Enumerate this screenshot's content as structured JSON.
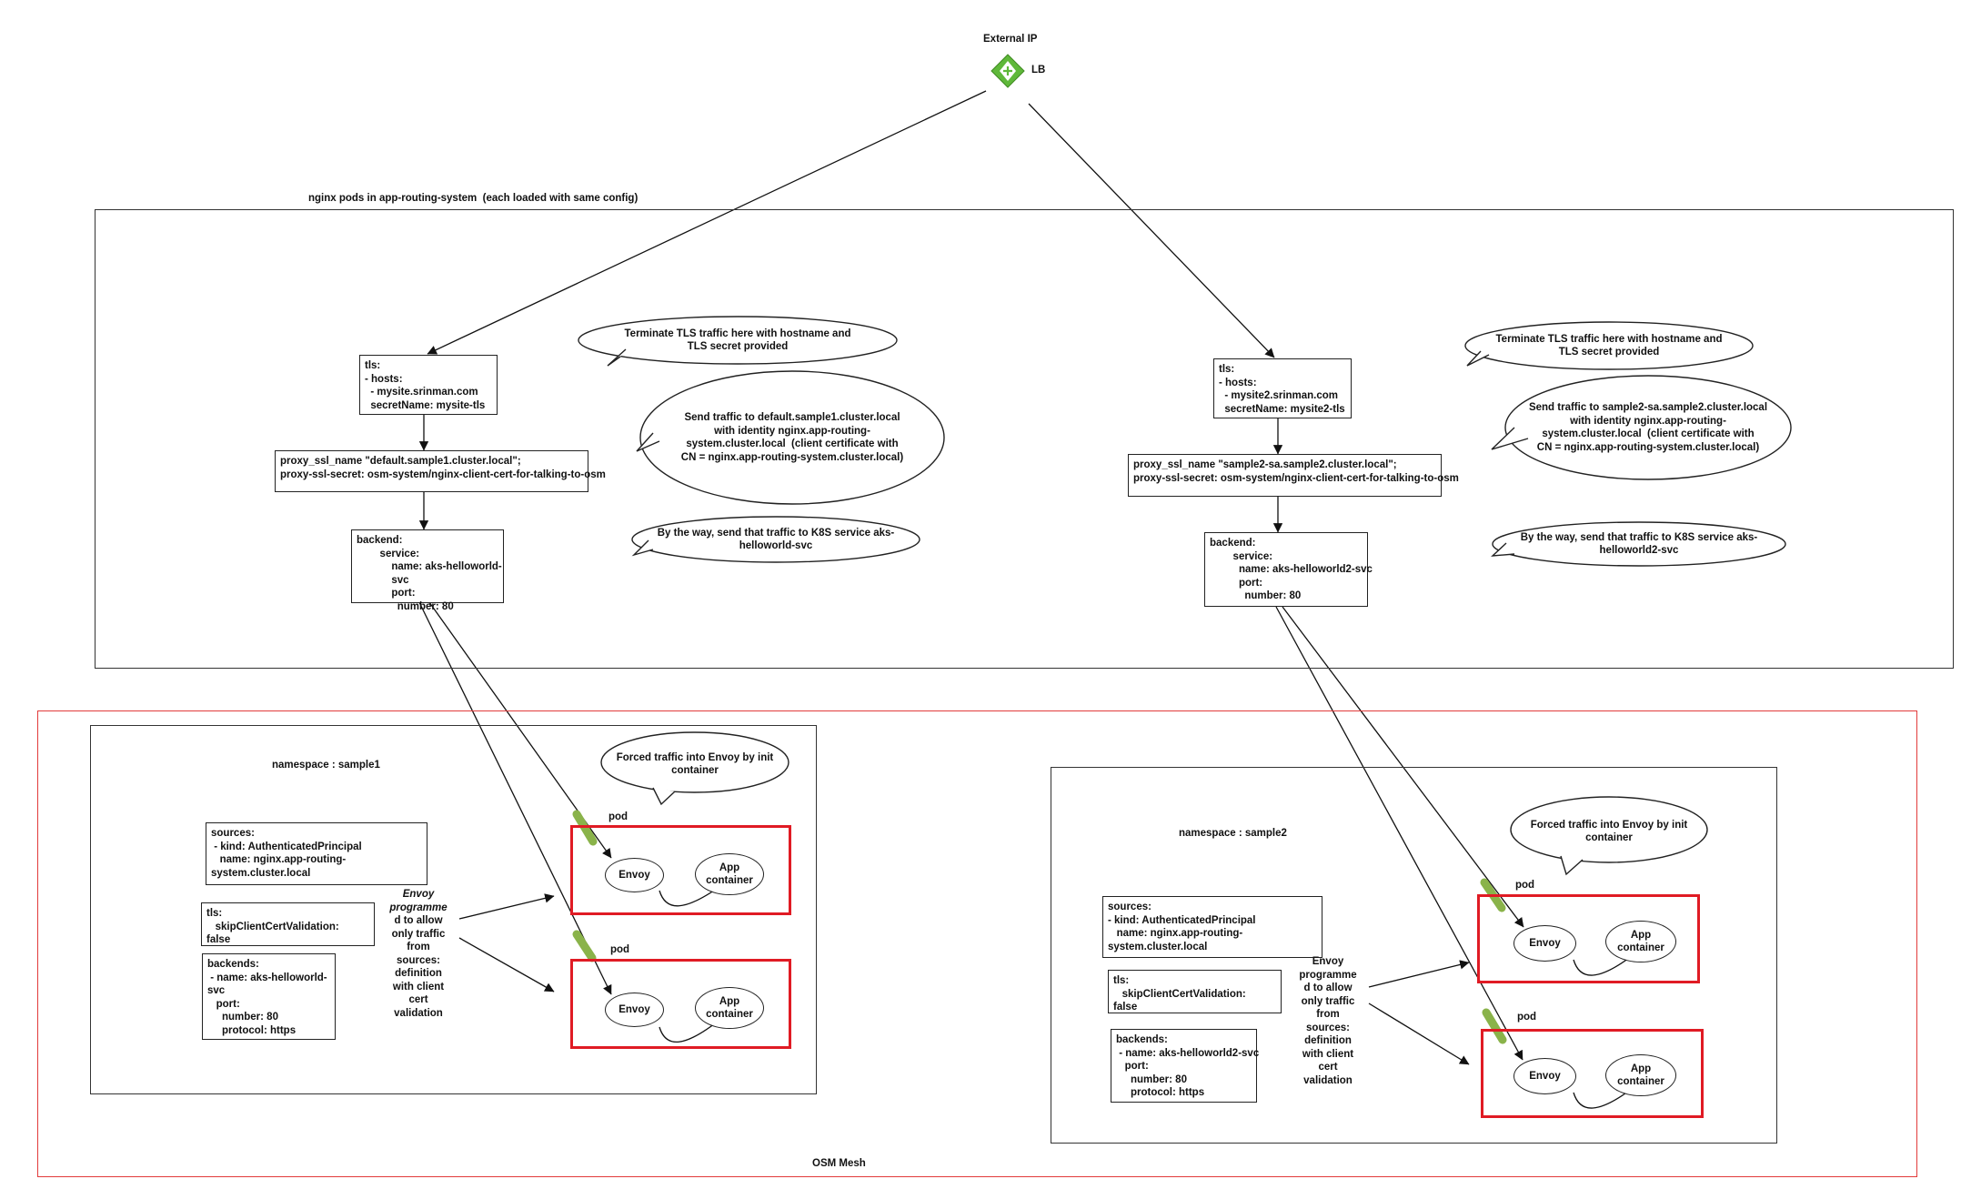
{
  "header": {
    "external_ip_label": "External IP",
    "lb_label": "LB"
  },
  "nginx_frame_label": "nginx pods in app-routing-system  (each loaded with same config)",
  "mesh_label": "OSM Mesh",
  "colors": {
    "mesh_border": "#e23b3b",
    "pod_border": "#e01b24",
    "sidecar_marker": "#8ab34a",
    "lb_icon": "#5fb83a"
  },
  "site1": {
    "tls_box": "tls:\n- hosts:\n  - mysite.srinman.com\n  secretName: mysite-tls",
    "proxy_box": "proxy_ssl_name \"default.sample1.cluster.local\";\nproxy-ssl-secret: osm-system/nginx-client-cert-for-talking-to-osm",
    "backend_box": "backend:\n        service:\n            name: aks-helloworld-\n            svc\n            port:\n              number: 80",
    "callout_tls": "Terminate TLS traffic here with hostname and\nTLS secret provided",
    "callout_send": "Send traffic to default.sample1.cluster.local\nwith identity nginx.app-routing-\nsystem.cluster.local  (client certificate with\nCN = nginx.app-routing-system.cluster.local)",
    "callout_btw": "By the way, send that traffic to K8S service aks-\nhelloworld-svc"
  },
  "site2": {
    "tls_box": "tls:\n- hosts:\n  - mysite2.srinman.com\n  secretName: mysite2-tls",
    "proxy_box": "proxy_ssl_name \"sample2-sa.sample2.cluster.local\";\nproxy-ssl-secret: osm-system/nginx-client-cert-for-talking-to-osm",
    "backend_box": "backend:\n        service:\n          name: aks-helloworld2-svc\n          port:\n            number: 80",
    "callout_tls": "Terminate TLS traffic here with hostname and\nTLS secret provided",
    "callout_send": "Send traffic to sample2-sa.sample2.cluster.local\nwith identity nginx.app-routing-\nsystem.cluster.local  (client certificate with\nCN = nginx.app-routing-system.cluster.local)",
    "callout_btw": "By the way, send that traffic to K8S service aks-\nhelloworld2-svc"
  },
  "ns1": {
    "title": "namespace : sample1",
    "sources_box": "sources:\n - kind: AuthenticatedPrincipal\n   name: nginx.app-routing-\nsystem.cluster.local",
    "tls_box": "tls:\n   skipClientCertValidation:\nfalse",
    "backends_box": "backends:\n - name: aks-helloworld-\nsvc\n   port:\n     number: 80\n     protocol: https",
    "envoy_note_italic": "Envoy\nprogramme",
    "envoy_note_rest": "d to allow\nonly traffic\nfrom\nsources:\ndefinition\nwith client\ncert\nvalidation",
    "callout_forced": "Forced traffic into Envoy by init\ncontainer",
    "pod_labels": [
      "pod",
      "pod"
    ],
    "envoy_label": "Envoy",
    "app_label": "App\ncontainer"
  },
  "ns2": {
    "title": "namespace : sample2",
    "sources_box": "sources:\n- kind: AuthenticatedPrincipal\n   name: nginx.app-routing-\nsystem.cluster.local",
    "tls_box": "tls:\n   skipClientCertValidation:\nfalse",
    "backends_box": "backends:\n - name: aks-helloworld2-svc\n   port:\n     number: 80\n     protocol: https",
    "envoy_note": "Envoy\nprogramme\nd to allow\nonly traffic\nfrom\nsources:\ndefinition\nwith client\ncert\nvalidation",
    "callout_forced": "Forced traffic into Envoy by init\ncontainer",
    "pod_labels": [
      "pod",
      "pod"
    ],
    "envoy_label": "Envoy",
    "app_label": "App\ncontainer"
  }
}
